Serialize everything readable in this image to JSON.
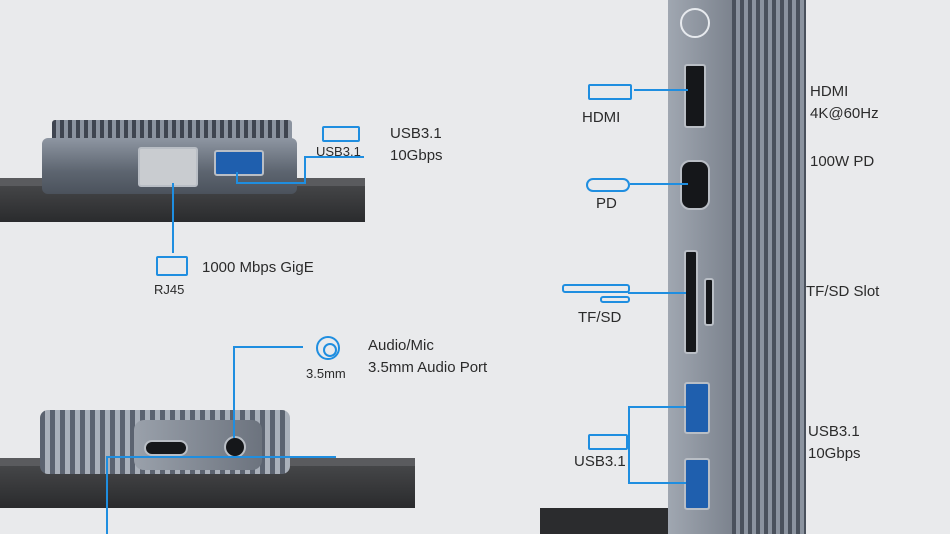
{
  "colors": {
    "accent": "#1f8ee0",
    "background": "#e9eaec",
    "device": "#6c737e"
  },
  "labels": {
    "usb_top_icon": "USB3.1",
    "usb_top_text": [
      "USB3.1",
      "10Gbps"
    ],
    "rj45_icon": "RJ45",
    "rj45_text": "1000 Mbps GigE",
    "audio_icon": "3.5mm",
    "audio_text": [
      "Audio/Mic",
      "3.5mm Audio Port"
    ],
    "hdmi_icon": "HDMI",
    "hdmi_text": [
      "HDMI",
      "4K@60Hz"
    ],
    "pd_icon": "PD",
    "pd_text": "100W PD",
    "tfsd_icon": "TF/SD",
    "tfsd_text": "TF/SD Slot",
    "usb_right_icon": "USB3.1",
    "usb_right_text": [
      "USB3.1",
      "10Gbps"
    ]
  },
  "icons": [
    "usb-icon",
    "ethernet-port-icon",
    "audio-jack-icon",
    "hdmi-icon",
    "usb-c-icon",
    "sd-card-icon"
  ]
}
